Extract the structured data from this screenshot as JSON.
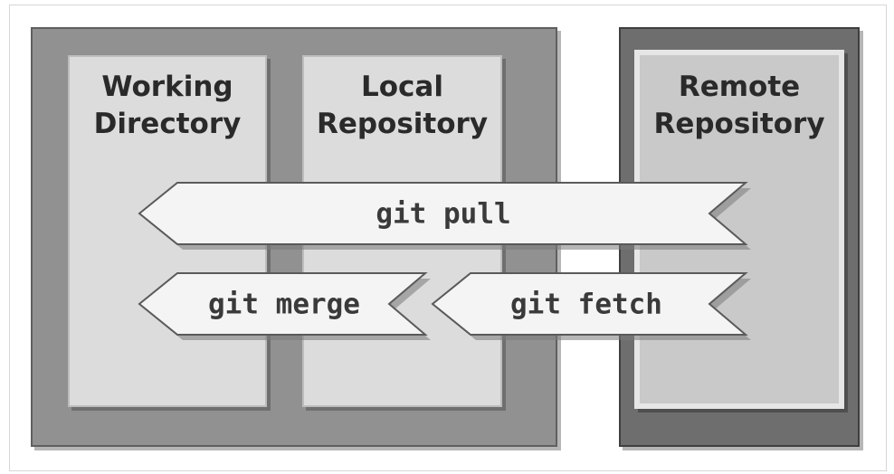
{
  "panels": {
    "working_directory": [
      "Working",
      "Directory"
    ],
    "local_repository": [
      "Local",
      "Repository"
    ],
    "remote_repository": [
      "Remote",
      "Repository"
    ]
  },
  "commands": {
    "pull": "git pull",
    "merge": "git merge",
    "fetch": "git fetch"
  }
}
